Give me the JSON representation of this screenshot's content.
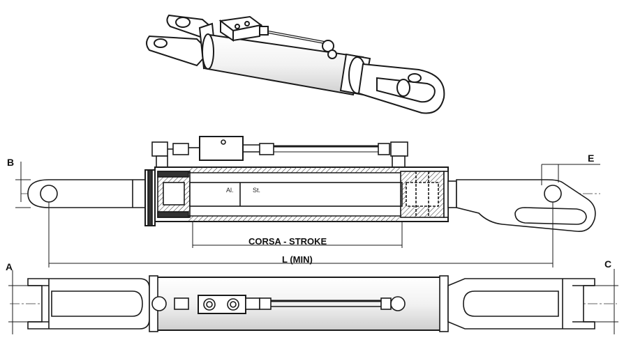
{
  "labels": {
    "b": "B",
    "e": "E",
    "a": "A",
    "c": "C",
    "stroke": "CORSA - STROKE",
    "length": "L (MIN)",
    "al": "Al.",
    "st": "St."
  },
  "colors": {
    "line": "#1a1a1a",
    "hatch": "#555555",
    "shade": "#d9d9d9"
  }
}
